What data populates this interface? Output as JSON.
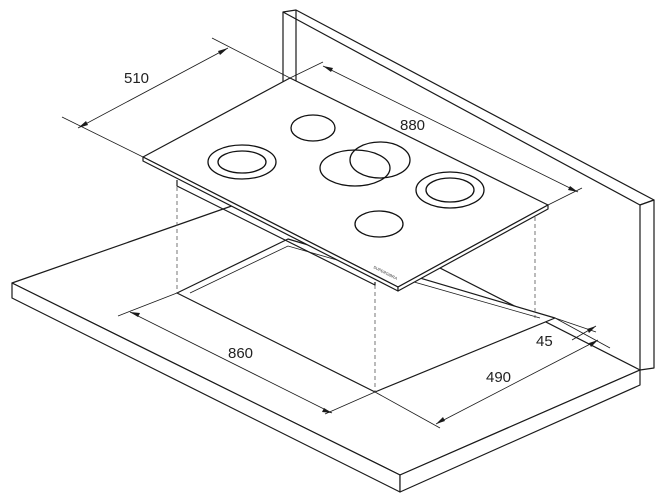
{
  "dimensions": {
    "depth_cutout": "510",
    "width_hob": "880",
    "width_cutout": "860",
    "depth_niche": "490",
    "distance_wall": "45"
  },
  "hob": {
    "brand_text": "SUPERGIBRA"
  },
  "colors": {
    "stroke": "#1a1a1a",
    "background": "#ffffff",
    "fill": "#ffffff"
  }
}
